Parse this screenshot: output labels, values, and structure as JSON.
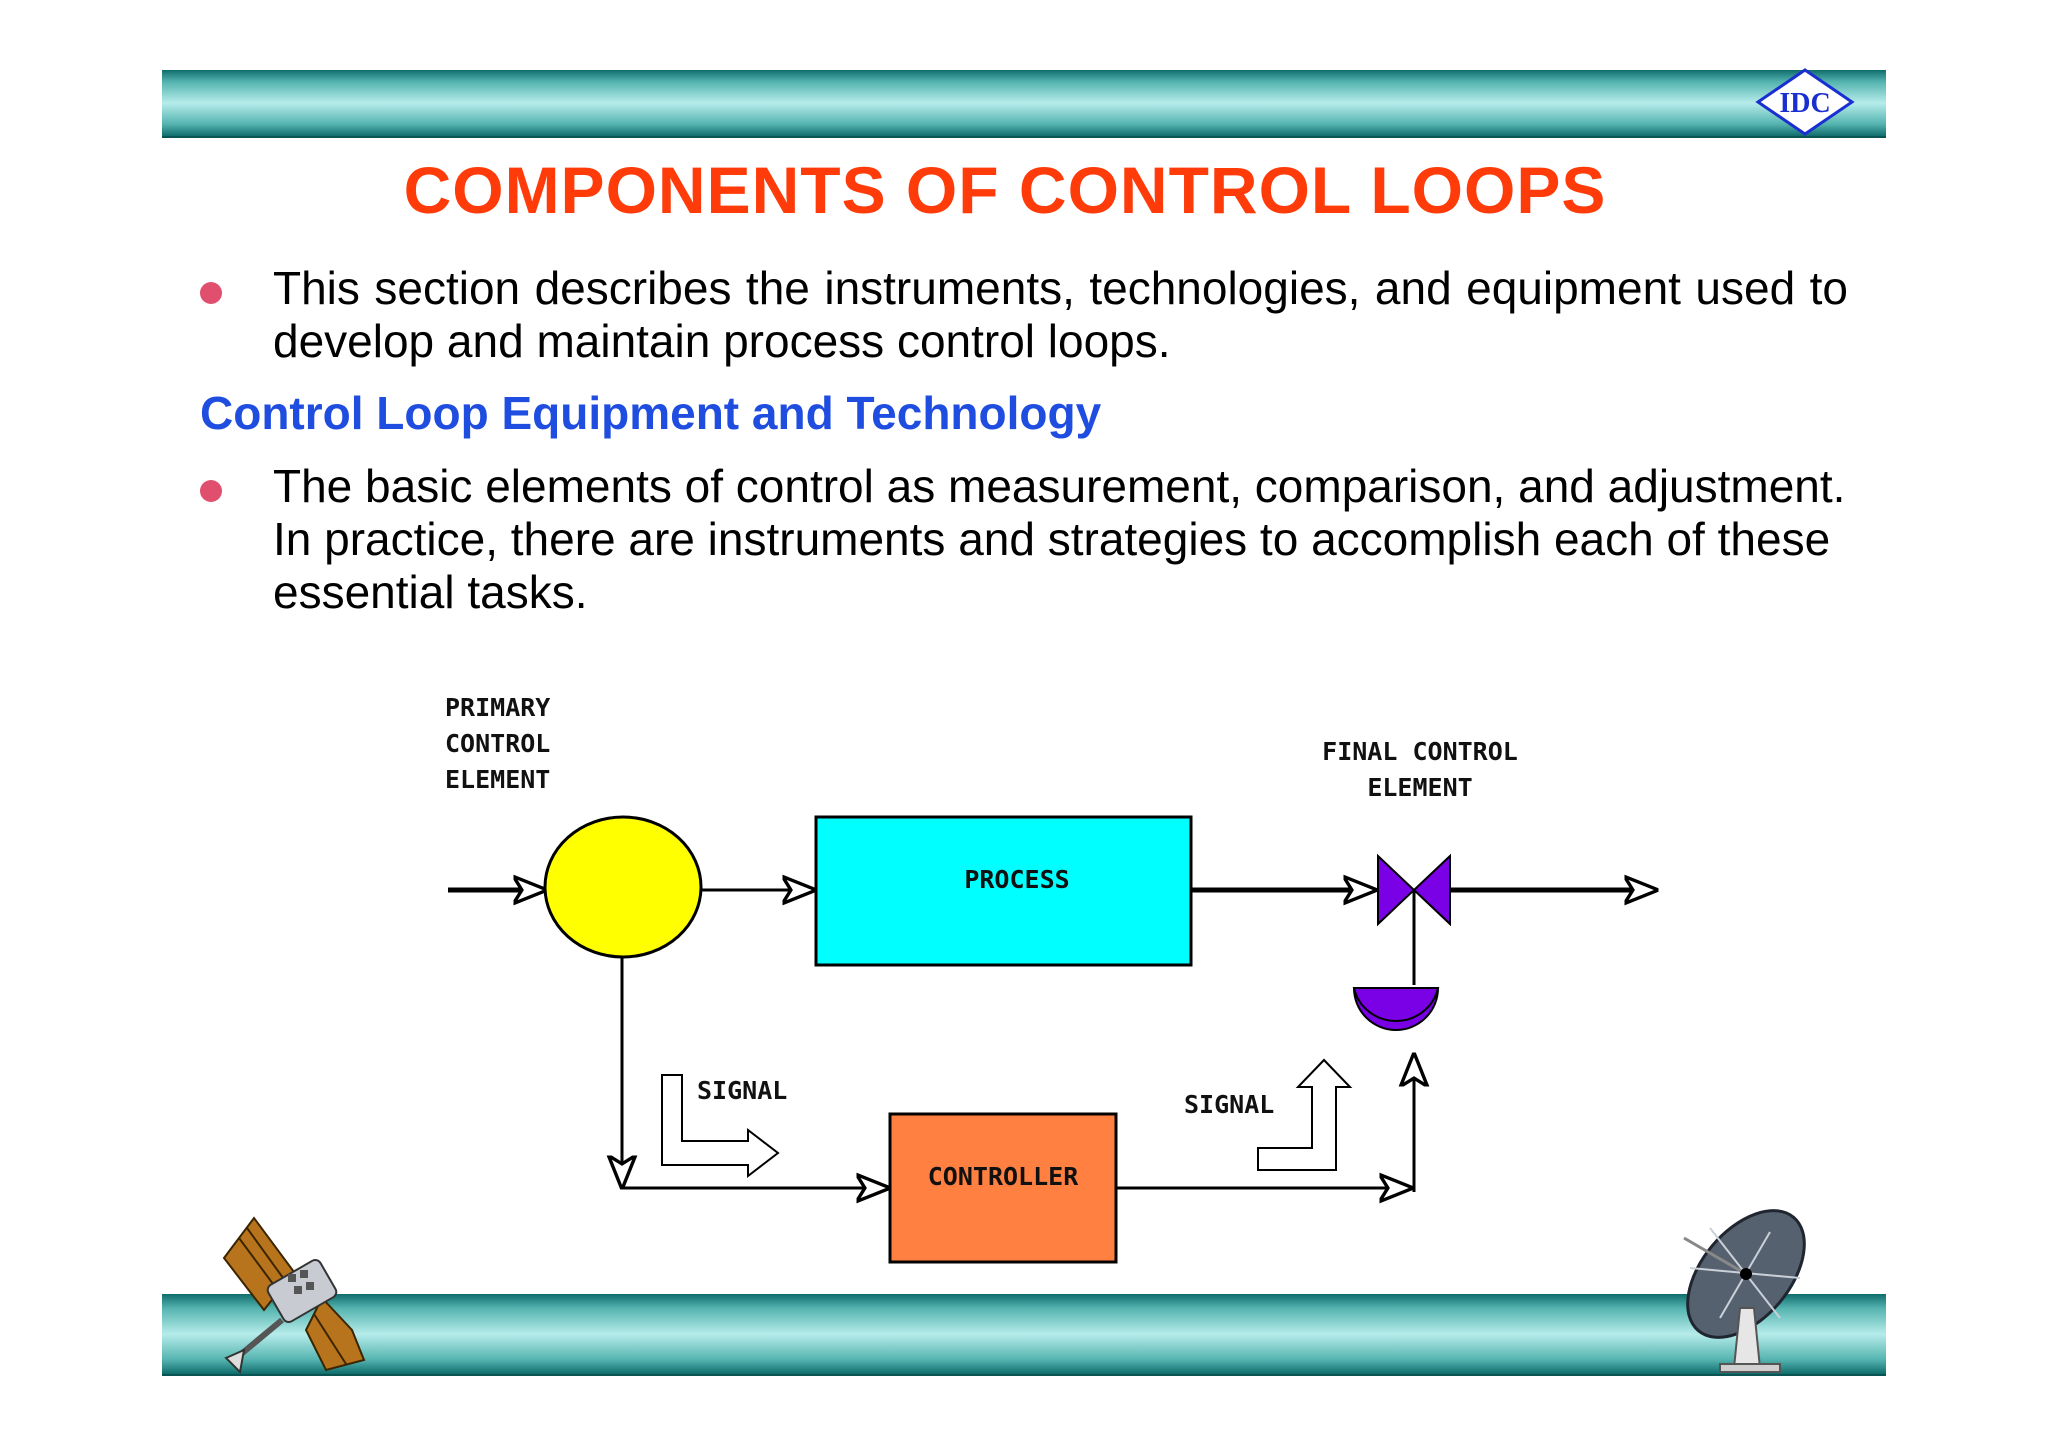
{
  "logo_text": "IDC",
  "title": "COMPONENTS OF CONTROL LOOPS",
  "bullets": [
    "This section describes the instruments, technologies, and equipment used to develop and maintain process control loops."
  ],
  "subheading": "Control Loop Equipment and Technology",
  "bullets2": [
    "The basic elements of control as measurement, comparison, and adjustment. In practice, there are instruments and strategies to accomplish each of these essential tasks."
  ],
  "diagram": {
    "primary_label": [
      "PRIMARY",
      "CONTROL",
      "ELEMENT"
    ],
    "final_label": [
      "FINAL CONTROL",
      "ELEMENT"
    ],
    "process": "PROCESS",
    "controller": "CONTROLLER",
    "signal_left": "SIGNAL",
    "signal_right": "SIGNAL"
  },
  "colors": {
    "title": "#ff3b0a",
    "subheading": "#1f4de0",
    "bullet": "#e0506e",
    "sensor": "#ffff00",
    "process": "#00ffff",
    "controller": "#ff8040",
    "valve": "#7a00e6"
  },
  "decorations": [
    "satellite-icon",
    "satellite-dish-icon"
  ]
}
